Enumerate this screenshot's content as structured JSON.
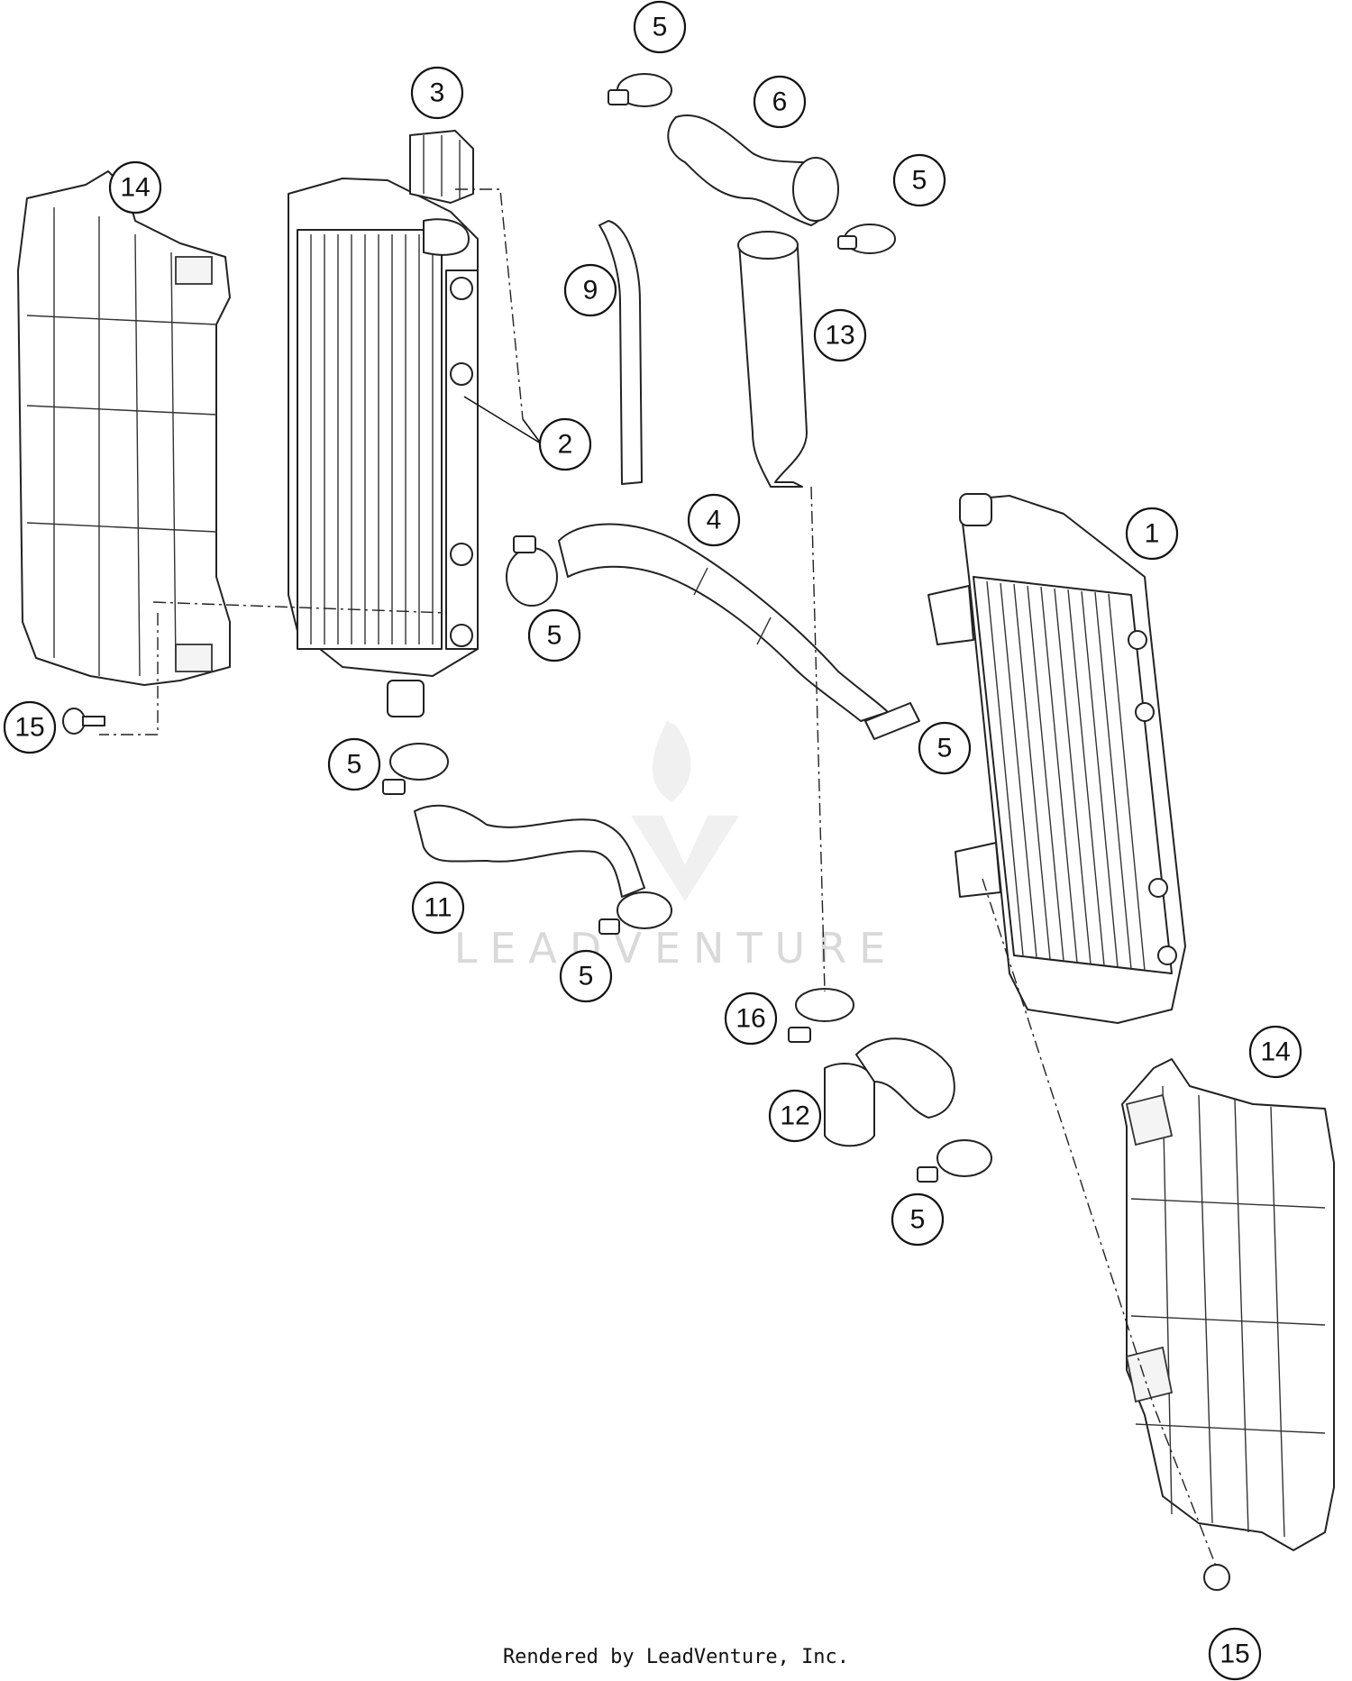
{
  "diagram": {
    "callouts": [
      {
        "id": "c3",
        "label": "3"
      },
      {
        "id": "c5a",
        "label": "5"
      },
      {
        "id": "c6",
        "label": "6"
      },
      {
        "id": "c5b",
        "label": "5"
      },
      {
        "id": "c14a",
        "label": "14"
      },
      {
        "id": "c9",
        "label": "9"
      },
      {
        "id": "c13",
        "label": "13"
      },
      {
        "id": "c2",
        "label": "2"
      },
      {
        "id": "c4",
        "label": "4"
      },
      {
        "id": "c1",
        "label": "1"
      },
      {
        "id": "c5c",
        "label": "5"
      },
      {
        "id": "c15a",
        "label": "15"
      },
      {
        "id": "c5d",
        "label": "5"
      },
      {
        "id": "c5e",
        "label": "5"
      },
      {
        "id": "c11",
        "label": "11"
      },
      {
        "id": "c5f",
        "label": "5"
      },
      {
        "id": "c16",
        "label": "16"
      },
      {
        "id": "c14b",
        "label": "14"
      },
      {
        "id": "c12",
        "label": "12"
      },
      {
        "id": "c5g",
        "label": "5"
      },
      {
        "id": "c15b",
        "label": "15"
      }
    ],
    "watermark": "LEADVENTURE",
    "credit": "Rendered by LeadVenture, Inc."
  }
}
